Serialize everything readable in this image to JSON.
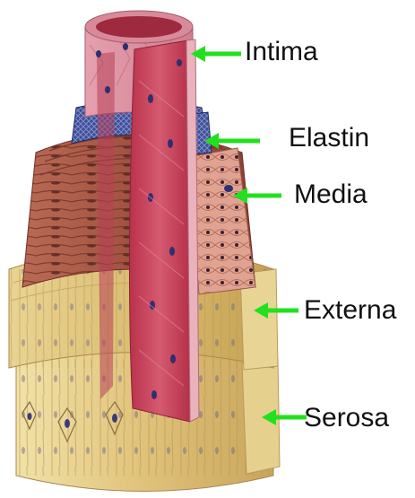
{
  "labels": {
    "intima": "Intima",
    "elastin": "Elastin",
    "media": "Media",
    "externa": "Externa",
    "serosa": "Serosa"
  },
  "colors": {
    "arrow": "#22e01e",
    "text": "#111111",
    "intima_surface": "#c9465e",
    "intima_outer": "#e7a2b0",
    "elastin": "#3b4a8a",
    "media": "#a8574a",
    "media_cut": "#dfa18f",
    "externa": "#d9c07c",
    "serosa": "#e9d699",
    "nucleus": "#2a2f6e"
  }
}
